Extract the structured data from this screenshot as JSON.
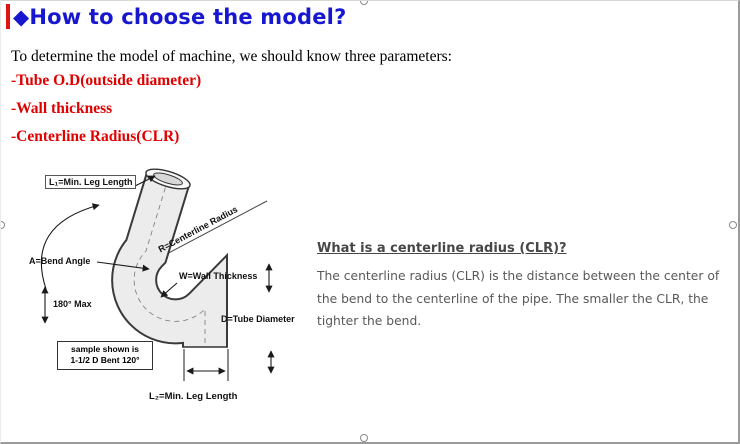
{
  "colors": {
    "title_blue": "#1717cf",
    "accent_red": "#e00000",
    "body_gray": "#585858"
  },
  "header": {
    "bullet": "◆",
    "title": "How to choose the model?"
  },
  "intro": "To determine the model of machine, we should know three parameters:",
  "parameters": [
    "-Tube O.D(outside diameter)",
    "-Wall thickness",
    "-Centerline Radius(CLR)"
  ],
  "diagram": {
    "l1_label": "L₁=Min. Leg Length",
    "a_label": "A=Bend Angle",
    "max_label": "180° Max",
    "r_label": "R=Centerline Radius",
    "w_label": "W=Wall Thickness",
    "d_label": "D=Tube Diameter",
    "sample_line1": "sample shown is",
    "sample_line2": "1-1/2 D Bent 120°",
    "l2_label": "L₂=Min. Leg Length"
  },
  "clr_info": {
    "heading": "What is a centerline radius (CLR)?",
    "body": "The centerline radius (CLR) is the distance between the center of the bend to the centerline of the pipe.  The smaller the CLR, the tighter the bend."
  }
}
